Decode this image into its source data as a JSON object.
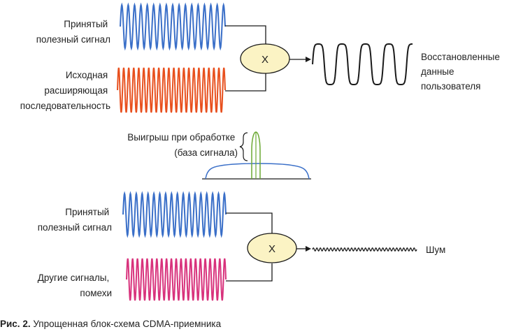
{
  "colors": {
    "blue": "#3a6fc8",
    "orange": "#e8501e",
    "magenta": "#d8327c",
    "green": "#6aa832",
    "mixer_fill": "#fbf3c4",
    "line": "#1a1a1a"
  },
  "top": {
    "received_label": [
      "Принятый",
      "полезный сигнал"
    ],
    "spreading_label": [
      "Исходная",
      "расширяющая",
      "последовательность"
    ],
    "mixer_symbol": "X",
    "output_label": [
      "Восстановленные",
      "данные",
      "пользователя"
    ]
  },
  "middle": {
    "gain_label": [
      "Выигрыш при обработке",
      "(база сигнала)"
    ]
  },
  "bottom": {
    "received_label": [
      "Принятый",
      "полезный сигнал"
    ],
    "other_label": [
      "Другие сигналы,",
      "помехи"
    ],
    "mixer_symbol": "X",
    "output_label": "Шум"
  },
  "caption": {
    "prefix": "Рис. 2.",
    "text": " Упрощенная блок-схема CDMA-приемника"
  }
}
